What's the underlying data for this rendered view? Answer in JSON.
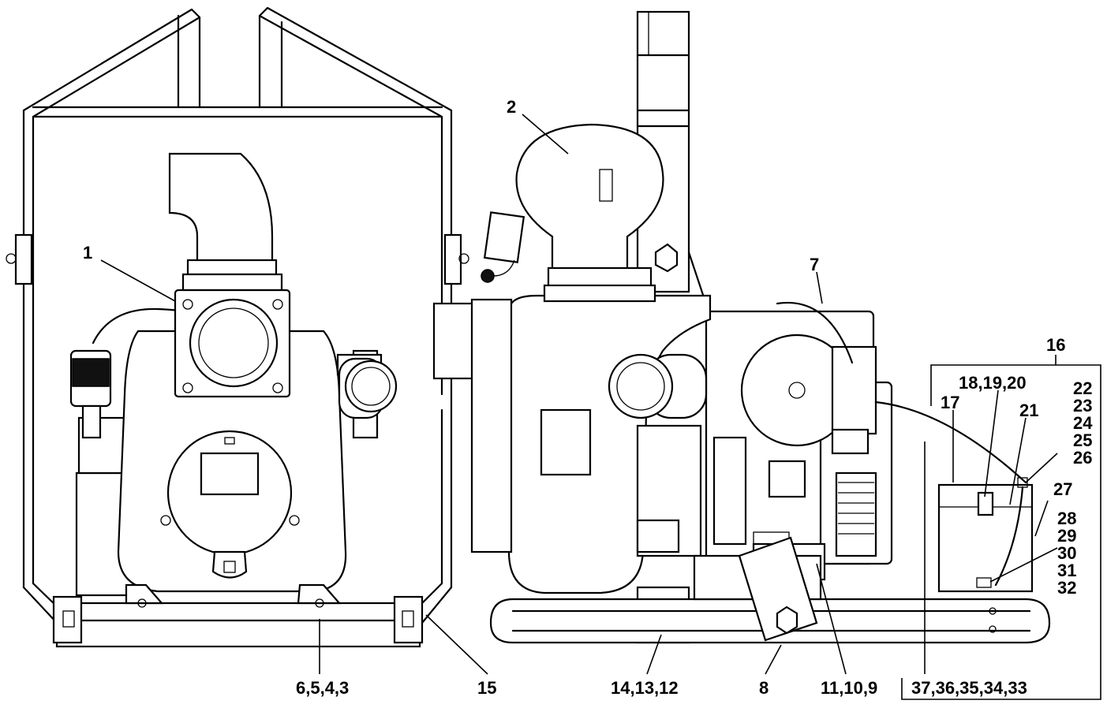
{
  "callouts": {
    "c1": "1",
    "c2": "2",
    "c6543": "6,5,4,3",
    "c7": "7",
    "c8": "8",
    "c11109": "11,10,9",
    "c141312": "14,13,12",
    "c15": "15",
    "c16": "16",
    "c17": "17",
    "c181920": "18,19,20",
    "c21": "21",
    "c22": "22",
    "c23": "23",
    "c24": "24",
    "c25": "25",
    "c26": "26",
    "c27": "27",
    "c28": "28",
    "c29": "29",
    "c30": "30",
    "c31": "31",
    "c32": "32",
    "c3733": "37,36,35,34,33"
  }
}
